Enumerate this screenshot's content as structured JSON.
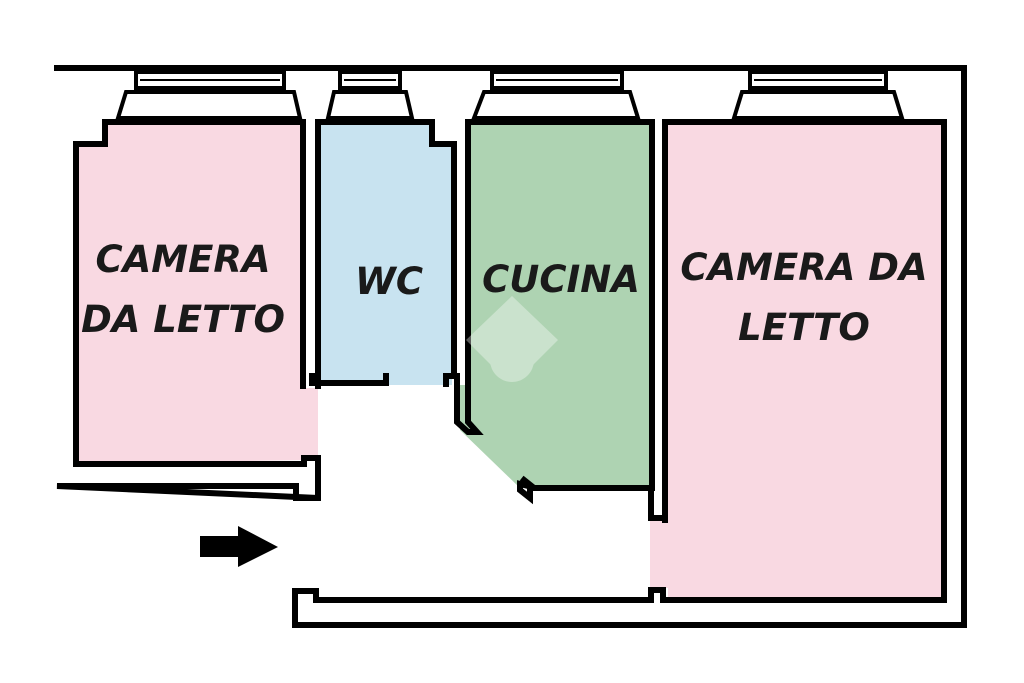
{
  "rooms": {
    "bedroom_left": {
      "line1": "CAMERA",
      "line2": "DA LETTO",
      "color": "#f9d9e2"
    },
    "wc": {
      "line1": "WC",
      "color": "#c8e3f0"
    },
    "kitchen": {
      "line1": "CUCINA",
      "color": "#aed3b2"
    },
    "bedroom_right": {
      "line1": "CAMERA DA",
      "line2": "LETTO",
      "color": "#f9d9e2"
    }
  },
  "entrance": {
    "icon": "arrow-right-icon"
  },
  "colors": {
    "wall": "#000000",
    "background": "#ffffff"
  }
}
